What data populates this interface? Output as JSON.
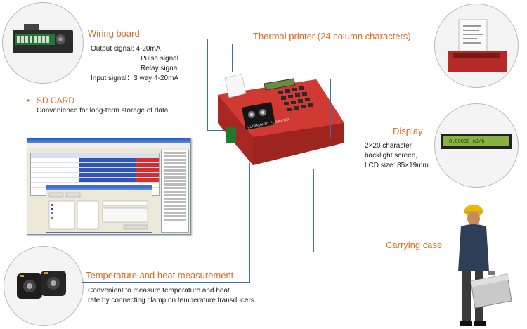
{
  "wiring": {
    "title": "Wiring board",
    "output_label": "Output signal: 4-20mA",
    "pulse": "Pulse signal",
    "relay": "Relay signal",
    "input_label": "Input signal：3 way 4-20mA"
  },
  "sd": {
    "bullet": "•",
    "title": "SD CARD",
    "desc": "Convenience for long-term storage of data."
  },
  "printer": {
    "title": "Thermal printer (24 column characters)"
  },
  "display": {
    "title": "Display",
    "line1": "2×20 character",
    "line2": "backlight screen,",
    "line3": "LCD size: 85×19mm",
    "lcd_text": "0.00000 m3/h"
  },
  "case": {
    "title": "Carrying case"
  },
  "temperature": {
    "title": "Temperature and heat measurement",
    "line1": "Convenient to measure temperature and heat",
    "line2": "rate by connecting clamp on temperature transducers."
  },
  "device": {
    "label": "ULTRASONIC FLOWMETER"
  },
  "colors": {
    "accent": "#e06a1f",
    "line": "#3a6fb0",
    "device": "#c9302c"
  }
}
